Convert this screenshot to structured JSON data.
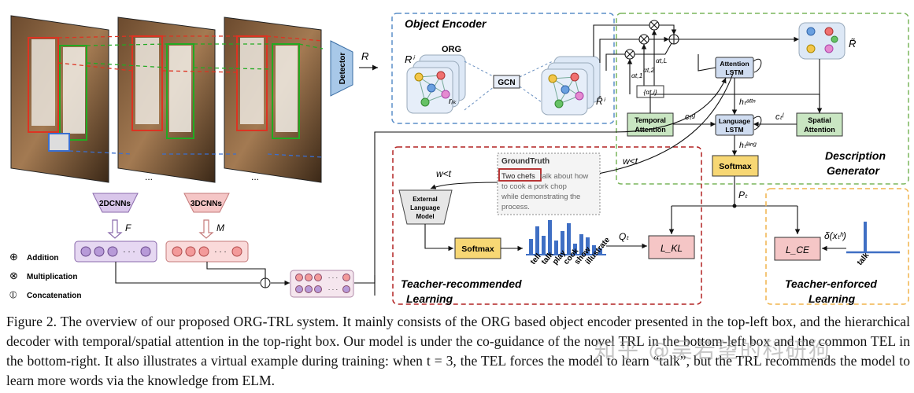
{
  "panels": {
    "object_encoder": "Object Encoder",
    "description_generator": [
      "Description",
      "Generator"
    ],
    "teacher_recommended": [
      "Teacher-recommended",
      "Learning"
    ],
    "teacher_enforced": [
      "Teacher-enforced",
      "Learning"
    ]
  },
  "nodes": {
    "detector": "Detector",
    "r_label": "R",
    "ri_label": "Rⁱ",
    "org": "ORG",
    "rk_label": "rᵢₖ",
    "gcn": "GCN",
    "rhat_label": "R̂ⁱ",
    "rtilde_label": "R̃",
    "attention_lstm": [
      "Attention",
      "LSTM"
    ],
    "language_lstm": [
      "Language",
      "LSTM"
    ],
    "temporal_attention": [
      "Temporal",
      "Attention"
    ],
    "spatial_attention": [
      "Spatial",
      "Attention"
    ],
    "softmax_decoder": "Softmax",
    "softmax_elm": "Softmax",
    "elm": [
      "External",
      "Language",
      "Model"
    ],
    "cnn2d": "2DCNNs",
    "cnn3d": "3DCNNs",
    "f_label": "F",
    "m_label": "M",
    "l_kl": "L_KL",
    "l_ce": "L_CE",
    "w_lt_1": "w<t",
    "w_lt_2": "w<t",
    "p_t": "Pₜ",
    "q_t": "Qₜ",
    "h_attn": "hₜᵃᵗᵗⁿ",
    "h_lang": "hₜˡᵃⁿᵍ",
    "c_g": "cₜᵍ",
    "c_l": "cₜˡ",
    "alpha_1": "αt,1",
    "alpha_2": "αt,2",
    "alpha_L": "αt,L",
    "alpha_ti": "{αt,i}",
    "delta": "δ(xₜʰ)",
    "ellipsis": "...",
    "cnn_dots": "· · ·"
  },
  "groundtruth": {
    "title": "GroundTruth",
    "highlight": "Two chefs",
    "line1_rest": " talk about how",
    "lines": [
      "to cook a pork chop",
      "while demonstrating the",
      "process."
    ]
  },
  "bar_words": [
    "tell",
    "talk",
    "play",
    "cook",
    "show",
    "illustrate"
  ],
  "talk_label": "talk",
  "legend": [
    {
      "symbol": "⊕",
      "label": "Addition"
    },
    {
      "symbol": "⊗",
      "label": "Multiplication"
    },
    {
      "symbol": "⦶",
      "label": "Concatenation"
    }
  ],
  "caption": "Figure 2. The overview of our proposed ORG-TRL system. It mainly consists of the ORG based object encoder presented in the top-left box, and the hierarchical decoder with temporal/spatial attention in the top-right box. Our model is under the co-guidance of the novel TRL in the bottom-left box and the common TEL in the bottom-right. It also illustrates a virtual example during training: when t = 3, the TEL forces the model to learn “talk”, but the TRL recommends the model to learn more words via the knowledge from ELM.",
  "watermark": "知乎 @吴若望的科研狗",
  "colors": {
    "blue_dashed": "#5b8fc9",
    "green_dashed": "#7ab55c",
    "red_dashed": "#b22222",
    "orange_dashed": "#f0b44c",
    "green_box": "#c9e6c2",
    "blue_box": "#cfdcf0",
    "yellow_box": "#f7d774",
    "pink_box": "#f5c6c6",
    "purple_box": "#d9c6ea",
    "bar_blue": "#3f6fc4"
  }
}
